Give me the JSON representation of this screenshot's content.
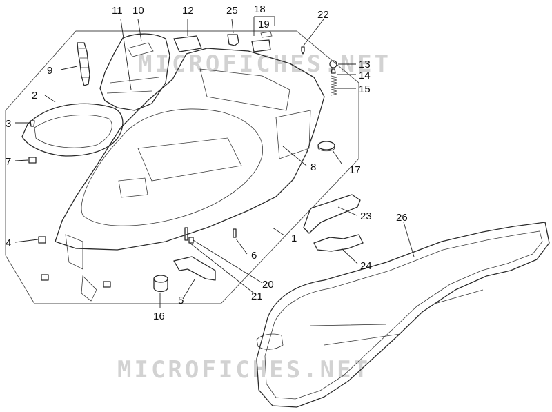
{
  "watermarks": [
    "MICROFICHES.NET",
    "MICROFICHES.NET"
  ],
  "callouts": {
    "n1": "1",
    "n2": "2",
    "n3": "3",
    "n4": "4",
    "n5": "5",
    "n6": "6",
    "n7": "7",
    "n8": "8",
    "n9": "9",
    "n10": "10",
    "n11": "11",
    "n12": "12",
    "n13": "13",
    "n14": "14",
    "n15": "15",
    "n16": "16",
    "n17": "17",
    "n18": "18",
    "n19": "19",
    "n20": "20",
    "n21": "21",
    "n22": "22",
    "n23": "23",
    "n24": "24",
    "n25": "25",
    "n26": "26"
  },
  "colors": {
    "line": "#2a2a2a",
    "watermark": "#d2d2d2",
    "background": "#ffffff"
  }
}
